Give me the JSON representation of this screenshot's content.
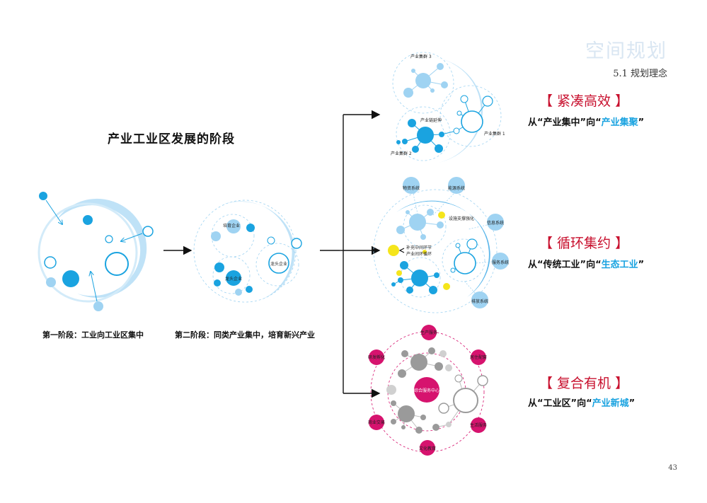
{
  "header": {
    "title": "空间规划",
    "subtitle": "5.1 规划理念"
  },
  "main_title": "产业工业区发展的阶段",
  "stages": [
    {
      "caption": "第一阶段：工业向工业区集中"
    },
    {
      "caption": "第二阶段：同类产业集中，培育新兴产业",
      "labels": {
        "cultivate": "培育企业",
        "leader_left": "龙头企业",
        "leader_right": "龙头企业"
      }
    }
  ],
  "tiers": [
    {
      "title": "【 紧凑高效 】",
      "desc_prefix": "从“产业集中”向“",
      "desc_highlight": "产业集聚",
      "desc_suffix": "”",
      "labels": {
        "cluster3": "产业集群 3",
        "chain": "产业链延伸",
        "cluster1": "产业集群 1",
        "cluster2": "产业集群 2"
      }
    },
    {
      "title": "【 循环集约 】",
      "desc_prefix": "从“传统工业”向“",
      "desc_highlight": "生态工业",
      "desc_suffix": "”",
      "labels": {
        "material": "物资系统",
        "energy": "能源系统",
        "facility": "设施支撑强化",
        "info": "信息系统",
        "supplement": "补充中间环节",
        "loop": "产业间环循环",
        "service": "服务系统",
        "emission": "排放系统"
      }
    },
    {
      "title": "【 复合有机 】",
      "desc_prefix": "从“工业区”向“",
      "desc_highlight": "产业新城",
      "desc_suffix": "”",
      "labels": {
        "production": "生产服务",
        "rd": "研发孵化",
        "residence": "居住配套",
        "center": "综合服务中心",
        "commerce": "商业交易",
        "life": "生活服务",
        "culture": "文化教育"
      }
    }
  ],
  "page_number": "43",
  "colors": {
    "blue": "#1aa3e0",
    "light_blue": "#9fd3f2",
    "pale_blue": "#d3ebf9",
    "magenta": "#d6136e",
    "yellow": "#f5e51b",
    "gray": "#9a9a9a",
    "red": "#c8102e"
  }
}
